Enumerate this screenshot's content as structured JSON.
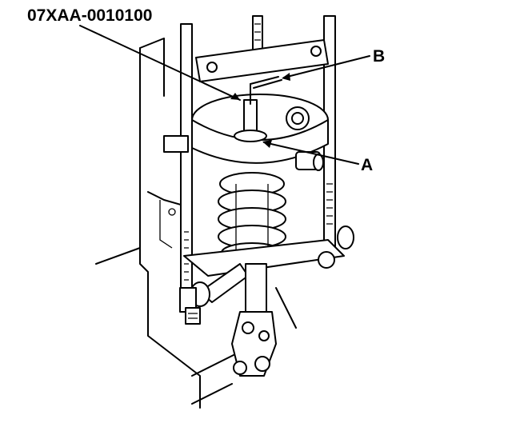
{
  "labels": {
    "tool_number": "07XAA-0010100",
    "callout_a": "A",
    "callout_b": "B"
  },
  "colors": {
    "ink": "#000000",
    "background": "#ffffff"
  }
}
